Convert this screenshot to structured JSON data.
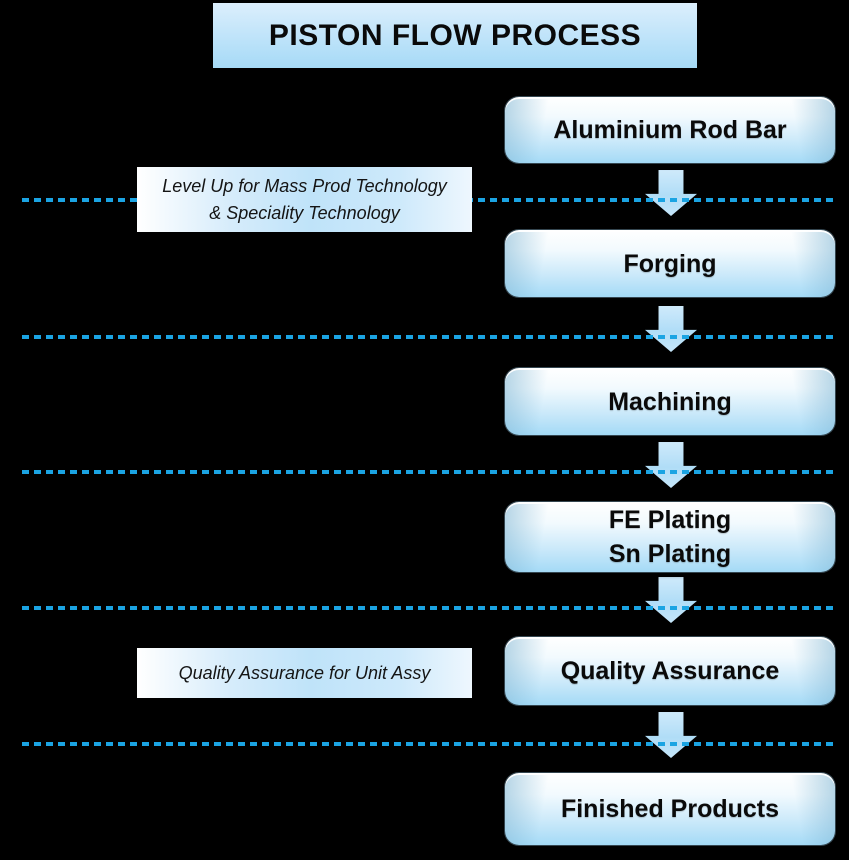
{
  "title": "PISTON FLOW PROCESS",
  "steps": [
    {
      "lines": [
        "Aluminium Rod Bar"
      ]
    },
    {
      "lines": [
        "Forging"
      ]
    },
    {
      "lines": [
        "Machining"
      ]
    },
    {
      "lines": [
        "FE Plating",
        "Sn Plating"
      ]
    },
    {
      "lines": [
        "Quality Assurance"
      ]
    },
    {
      "lines": [
        "Finished Products"
      ]
    }
  ],
  "annotations": [
    {
      "lines": [
        "Level Up for Mass Prod Technology",
        "& Speciality Technology"
      ]
    },
    {
      "lines": [
        "Quality Assurance for Unit Assy"
      ]
    }
  ],
  "colors": {
    "background": "#000000",
    "dotted_line": "#1BA4E3",
    "box_gradient_top": "#FFFFFF",
    "box_gradient_bottom": "#A4DAF6",
    "title_gradient_top": "#DCEFFC",
    "title_gradient_bottom": "#A6DAF6",
    "arrow_fill": "#B0DDF7",
    "text": "#0A0A0A"
  }
}
